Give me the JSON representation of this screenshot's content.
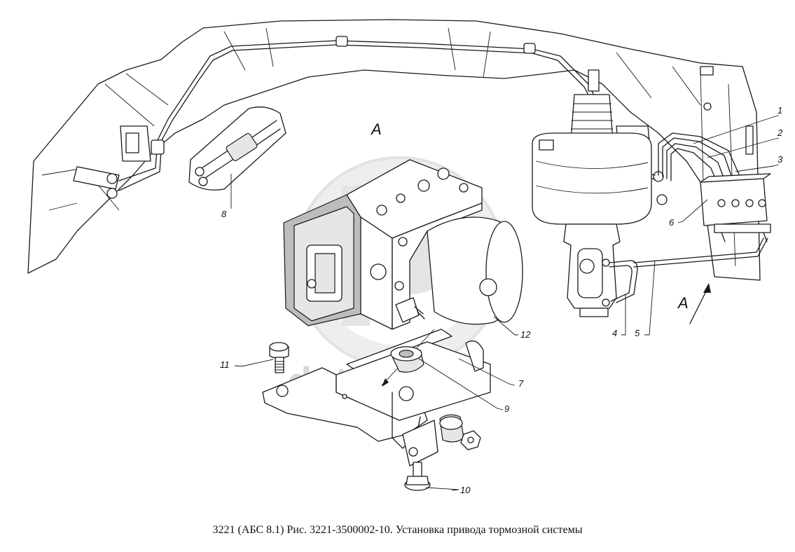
{
  "caption": "3221 (АБС 8.1) Рис. 3221-3500002-10. Установка привода тормозной системы",
  "view_label": "А",
  "view_arrow_label": "А",
  "watermark": "data-parts",
  "callouts": [
    "1",
    "2",
    "3",
    "4",
    "5",
    "6",
    "7",
    "8",
    "9",
    "10",
    "11",
    "12"
  ]
}
